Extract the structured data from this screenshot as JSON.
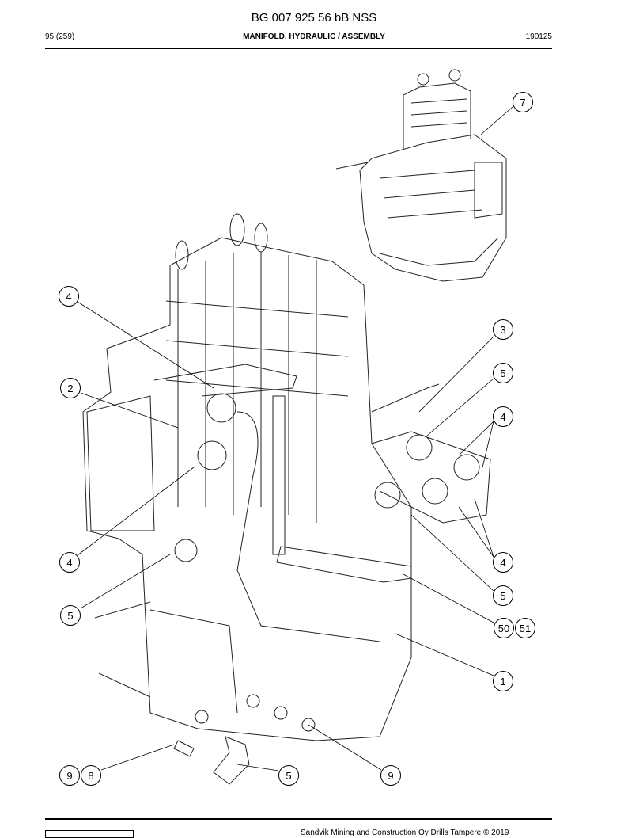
{
  "document": {
    "title": "BG 007 925 56 bB NSS",
    "page": "95 (259)",
    "section": "MANIFOLD, HYDRAULIC / ASSEMBLY",
    "date": "190125"
  },
  "footer": {
    "text": "Sandvik Mining and Construction Oy Drills Tampere © 2019"
  },
  "callouts": [
    {
      "label": "7"
    },
    {
      "label": "4"
    },
    {
      "label": "3"
    },
    {
      "label": "2"
    },
    {
      "label": "5"
    },
    {
      "label": "4"
    },
    {
      "label": "4"
    },
    {
      "label": "4"
    },
    {
      "label": "5"
    },
    {
      "label": "5"
    },
    {
      "label": "50"
    },
    {
      "label": "51"
    },
    {
      "label": "1"
    },
    {
      "label": "9"
    },
    {
      "label": "8"
    },
    {
      "label": "5"
    },
    {
      "label": "9"
    }
  ]
}
